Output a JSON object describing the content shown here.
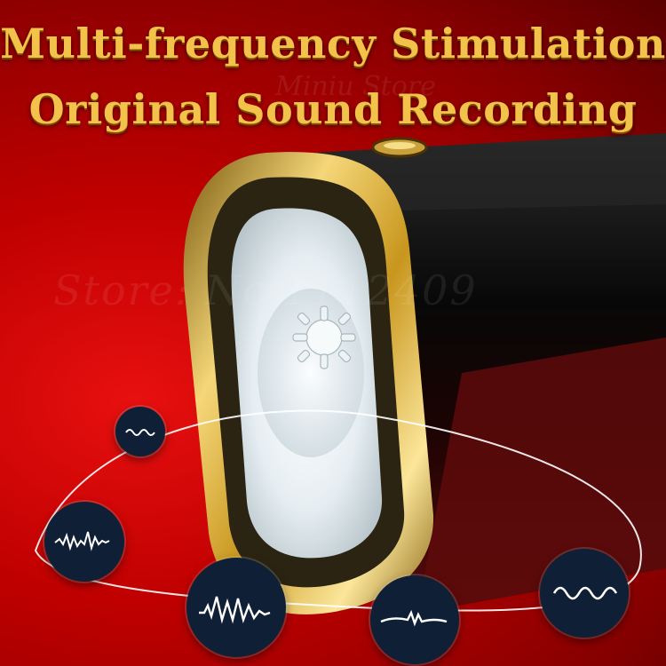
{
  "headline": {
    "line1": "Multi-frequency Stimulation",
    "line2": "Original Sound Recording"
  },
  "watermark": {
    "top": "Miniu  Store",
    "mid": "Store: No.1112409"
  },
  "colors": {
    "background": "#c00000",
    "headline_gold": "#f2c24a",
    "ring_gold": "#d4a52c",
    "body_black": "#0c0c0c",
    "wave_circle": "#0e1f36",
    "orbit_line": "#ffffff"
  },
  "wave_icons": [
    "wave-small-icon",
    "wave-dense-icon",
    "wave-peaks-icon",
    "wave-flat-icon",
    "wave-zigzag-icon"
  ]
}
